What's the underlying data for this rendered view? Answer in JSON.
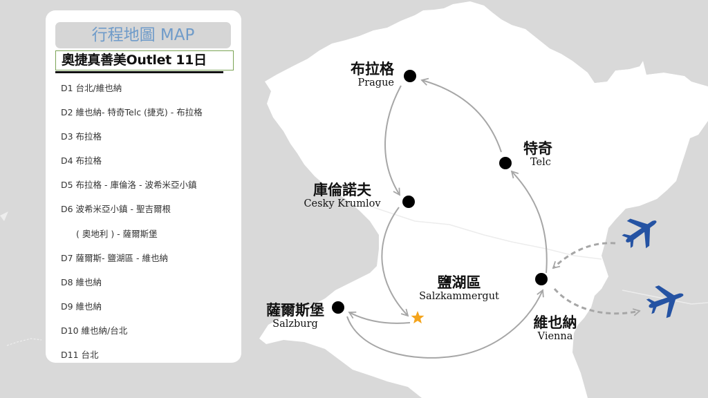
{
  "panel": {
    "title": "行程地圖 MAP",
    "tour_name": "奧捷真善美Outlet 11日",
    "days": [
      {
        "label": "D1 台北/維也納",
        "indent": false
      },
      {
        "label": "D2 維也納- 特奇Telc (捷克) - 布拉格",
        "indent": false
      },
      {
        "label": "D3 布拉格",
        "indent": false
      },
      {
        "label": "D4 布拉格",
        "indent": false
      },
      {
        "label": "D5 布拉格 - 庫倫洛 - 波希米亞小鎮",
        "indent": false
      },
      {
        "label": "D6 波希米亞小鎮 - 聖吉爾根",
        "indent": false
      },
      {
        "label": "( 奧地利 ) - 薩爾斯堡",
        "indent": true
      },
      {
        "label": "D7 薩爾斯- 鹽湖區 - 維也納",
        "indent": false
      },
      {
        "label": "D8 維也納",
        "indent": false
      },
      {
        "label": "D9 維也納",
        "indent": false
      },
      {
        "label": "D10 維也納/台北",
        "indent": false
      },
      {
        "label": "D11 台北",
        "indent": false
      }
    ]
  },
  "map": {
    "colors": {
      "land_outside": "#d9d9d9",
      "route_area": "#ffffff",
      "route_line": "#a6a6a6",
      "city_dot": "#000000",
      "star": "#f4a41c",
      "plane": "#2553a3",
      "panel_title_text": "#6f9bc9",
      "panel_title_bg": "#d6d6d6"
    },
    "cities": [
      {
        "id": "prague",
        "zh": "布拉格",
        "en": "Prague",
        "marker": "dot"
      },
      {
        "id": "telc",
        "zh": "特奇",
        "en": "Telc",
        "marker": "dot"
      },
      {
        "id": "cesky-krumlov",
        "zh": "庫倫諾夫",
        "en": "Cesky Krumlov",
        "marker": "dot"
      },
      {
        "id": "salzkammergut",
        "zh": "鹽湖區",
        "en": "Salzkammergut",
        "marker": "star"
      },
      {
        "id": "salzburg",
        "zh": "薩爾斯堡",
        "en": "Salzburg",
        "marker": "dot"
      },
      {
        "id": "vienna",
        "zh": "維也納",
        "en": "Vienna",
        "marker": "dot"
      }
    ],
    "route": [
      "Vienna",
      "Telc",
      "Prague",
      "Cesky Krumlov",
      "Salzkammergut",
      "Salzburg",
      "Vienna"
    ],
    "flights": [
      {
        "direction": "arrival",
        "to": "Vienna"
      },
      {
        "direction": "departure",
        "from": "Vienna"
      }
    ]
  }
}
